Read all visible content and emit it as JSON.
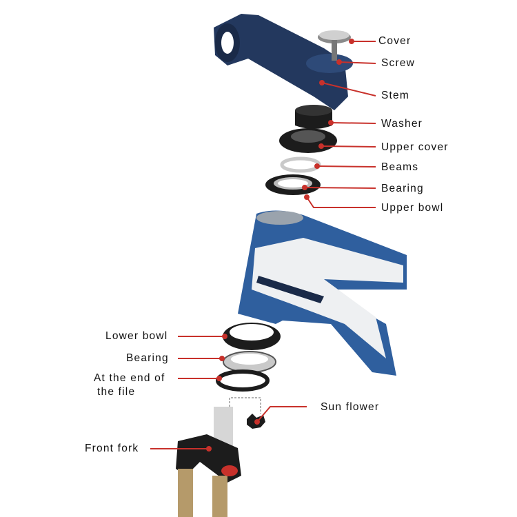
{
  "labels": {
    "cover": "Cover",
    "screw": "Screw",
    "stem": "Stem",
    "washer": "Washer",
    "upper_cover": "Upper cover",
    "beams": "Beams",
    "bearing_upper": "Bearing",
    "upper_bowl": "Upper bowl",
    "lower_bowl": "Lower bowl",
    "bearing_lower": "Bearing",
    "end_of_file_line1": "At the end of",
    "end_of_file_line2": "the file",
    "sun_flower": "Sun flower",
    "front_fork": "Front fork"
  },
  "colors": {
    "leader": "#c8312b",
    "frame_blue": "#2f5f9e",
    "stem_blue": "#23385e",
    "ring_black": "#1c1c1c",
    "silver": "#c9c9c9",
    "fork_gold": "#b59a6a"
  }
}
